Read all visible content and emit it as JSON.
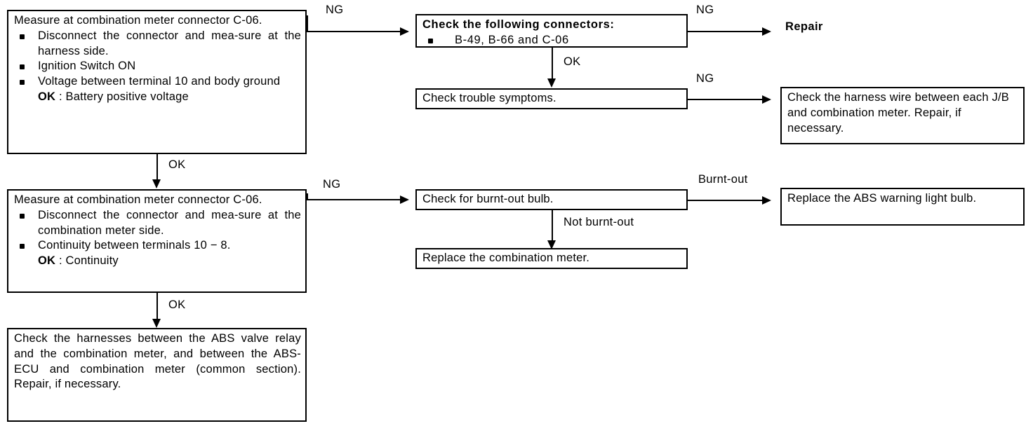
{
  "diagram": {
    "title": "ABS warning light diagnostic flow chart",
    "type": "flowchart",
    "colors": {
      "ink": "#000000",
      "paper": "#ffffff"
    }
  },
  "boxes": {
    "measure_harness": {
      "lead": "Measure at combination meter connector C-06.",
      "bullets": [
        "Disconnect the connector and mea-sure at the harness side.",
        "Ignition Switch ON",
        "Voltage between terminal 10 and body ground"
      ],
      "result_label": "OK",
      "result_sep": " : ",
      "result_value": "Battery positive voltage"
    },
    "check_connectors": {
      "heading": "Check the following connectors:",
      "bullets": [
        "B-49, B-66 and C-06"
      ]
    },
    "check_trouble": {
      "text": "Check trouble symptoms."
    },
    "repair": {
      "text": "Repair"
    },
    "check_harness_wire": {
      "text": "Check the harness wire between each J/B and combination meter. Repair, if necessary."
    },
    "measure_meter_side": {
      "lead": "Measure at combination meter connector C-06.",
      "bullets": [
        "Disconnect the connector and mea-sure at the combination meter side.",
        "Continuity between terminals 10 − 8."
      ],
      "result_label": "OK",
      "result_sep": " : ",
      "result_value": "Continuity"
    },
    "check_bulb": {
      "text": "Check for burnt-out bulb."
    },
    "replace_meter": {
      "text": "Replace the combination meter."
    },
    "replace_bulb": {
      "text": "Replace the ABS warning light bulb."
    },
    "check_harnesses": {
      "text": "Check the harnesses between the ABS valve relay and the combination meter, and between the ABS-ECU and combination meter (common section). Repair, if necessary."
    }
  },
  "edges": {
    "ng_top": "NG",
    "ok_connectors": "OK",
    "ng_repair": "NG",
    "ng_harness_wire": "NG",
    "ok_down_1": "OK",
    "ng_bulb": "NG",
    "burnt_out": "Burnt-out",
    "not_burnt_out": "Not burnt-out",
    "ok_down_2": "OK"
  }
}
